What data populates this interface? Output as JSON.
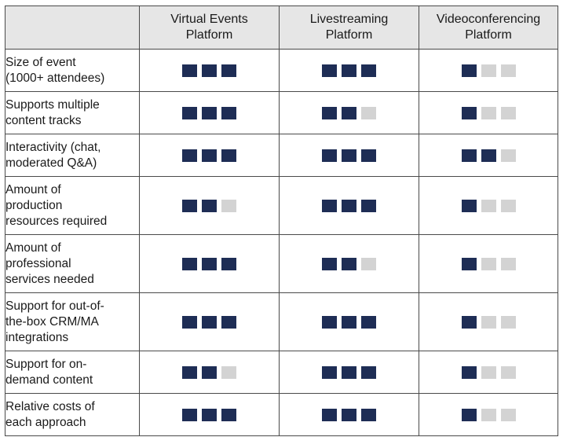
{
  "colors": {
    "filled": "#1e2d55",
    "empty": "#d3d3d3",
    "header_bg": "#e6e6e6",
    "border": "#4a4a4a"
  },
  "columns": [
    {
      "line1": "Virtual Events",
      "line2": "Platform"
    },
    {
      "line1": "Livestreaming",
      "line2": "Platform"
    },
    {
      "line1": "Videoconferencing",
      "line2": "Platform"
    }
  ],
  "max_rating": 3,
  "rows": [
    {
      "label": [
        "Size of event",
        "(1000+ attendees)"
      ],
      "ratings": [
        3,
        3,
        1
      ]
    },
    {
      "label": [
        "Supports multiple",
        "content tracks"
      ],
      "ratings": [
        3,
        2,
        1
      ]
    },
    {
      "label": [
        "Interactivity (chat,",
        "moderated Q&A)"
      ],
      "ratings": [
        3,
        3,
        2
      ]
    },
    {
      "label": [
        "Amount of",
        "production",
        "resources required"
      ],
      "ratings": [
        2,
        3,
        1
      ]
    },
    {
      "label": [
        "Amount of",
        "professional",
        "services needed"
      ],
      "ratings": [
        3,
        2,
        1
      ]
    },
    {
      "label": [
        "Support for out-of-",
        "the-box CRM/MA",
        "integrations"
      ],
      "ratings": [
        3,
        3,
        1
      ]
    },
    {
      "label": [
        "Support for on-",
        "demand content"
      ],
      "ratings": [
        2,
        3,
        1
      ]
    },
    {
      "label": [
        "Relative costs of",
        "each approach"
      ],
      "ratings": [
        3,
        3,
        1
      ]
    }
  ]
}
